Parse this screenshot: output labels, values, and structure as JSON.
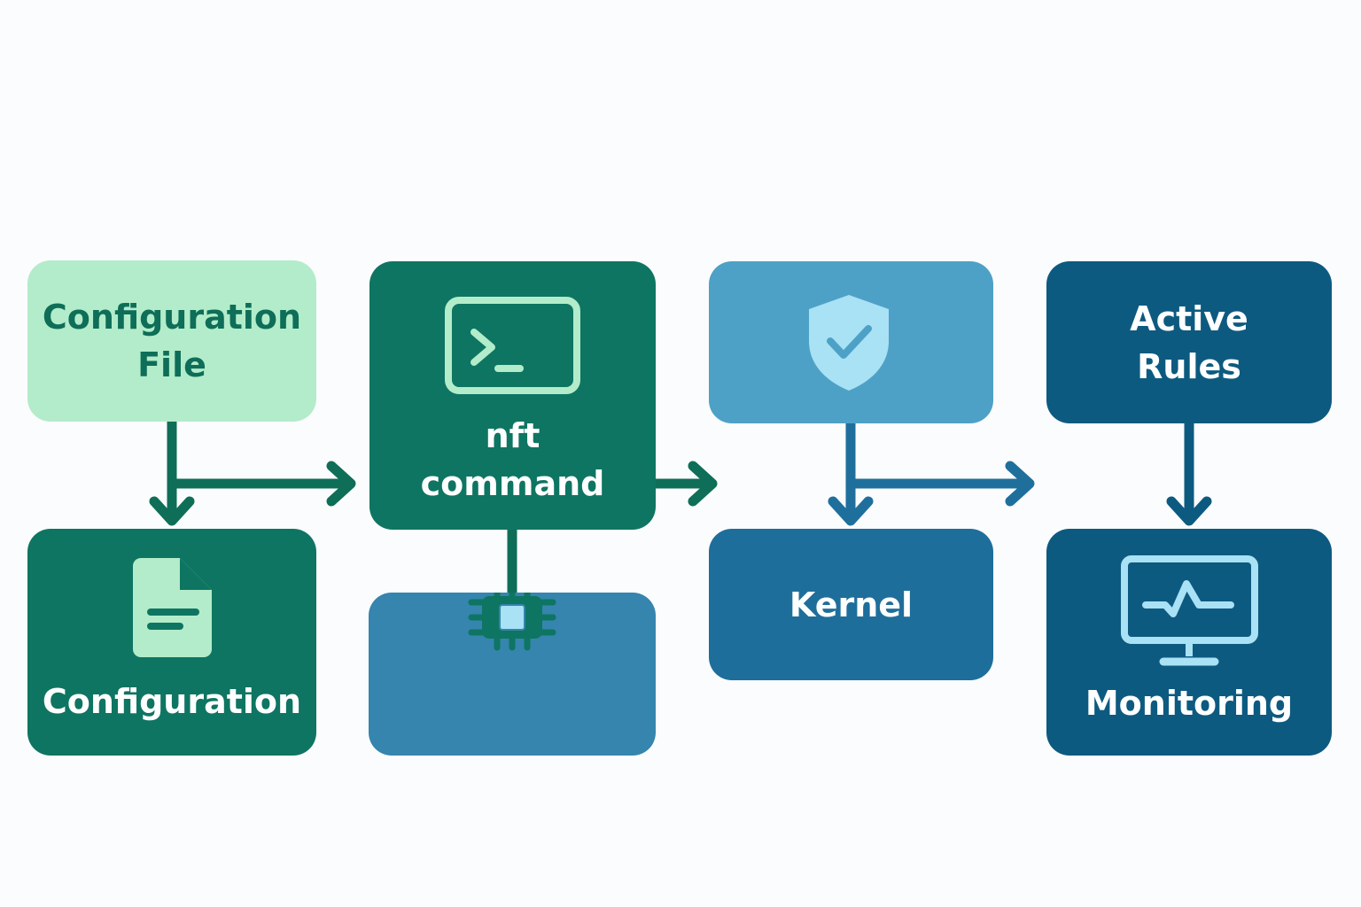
{
  "nodes": {
    "config_file": {
      "label": "Configuration\nFile"
    },
    "nft_command": {
      "label": "nft\ncommand",
      "icon": "terminal-icon"
    },
    "shield": {
      "icon": "shield-check-icon"
    },
    "active_rules": {
      "label": "Active\nRules"
    },
    "configuration": {
      "label": "Configuration",
      "icon": "document-icon"
    },
    "chip": {
      "icon": "chip-icon"
    },
    "kernel": {
      "label": "Kernel"
    },
    "monitoring": {
      "label": "Monitoring",
      "icon": "monitor-pulse-icon"
    }
  },
  "colors": {
    "light_green": "#b3ecca",
    "dark_green": "#0e7562",
    "light_blue": "#4ea1c6",
    "mid_blue": "#3585ae",
    "kernel_blue": "#1e6e9b",
    "navy": "#0d5a80",
    "green_arrow": "#0e6e58",
    "blue_arrow": "#1f6f9c"
  }
}
